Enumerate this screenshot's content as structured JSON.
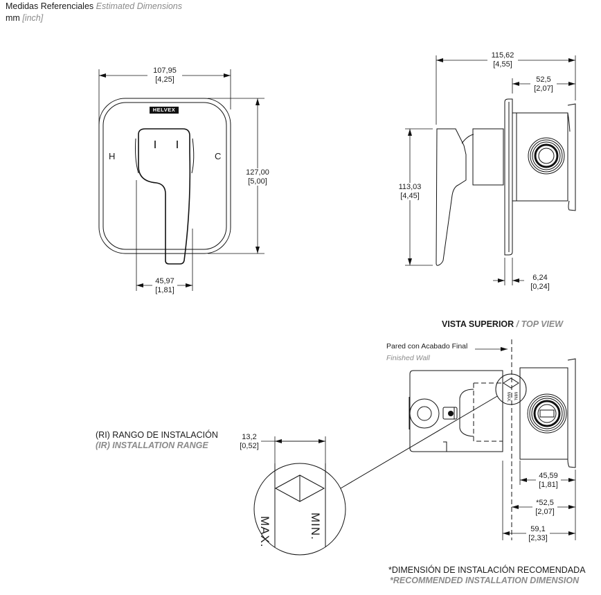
{
  "header": {
    "title": "Medidas Referenciales",
    "title_en": "Estimated Dimensions",
    "units": "mm",
    "units_en": "[inch]"
  },
  "front_view": {
    "brand": "HELVEX",
    "hot_label": "H",
    "cold_label": "C",
    "width": {
      "mm": "107,95",
      "inch": "[4,25]"
    },
    "height": {
      "mm": "127,00",
      "inch": "[5,00]"
    },
    "handle_width": {
      "mm": "45,97",
      "inch": "[1,81]"
    }
  },
  "side_view": {
    "depth_total": {
      "mm": "115,62",
      "inch": "[4,55]"
    },
    "body_depth": {
      "mm": "52,5",
      "inch": "[2,07]"
    },
    "height": {
      "mm": "113,03",
      "inch": "[4,45]"
    },
    "plate_thickness": {
      "mm": "6,24",
      "inch": "[0,24]"
    }
  },
  "top_view": {
    "title": "VISTA SUPERIOR",
    "title_en": "/ TOP VIEW",
    "wall_label": "Pared con Acabado Final",
    "wall_label_en": "Finished Wall",
    "range_label": "(RI)  RANGO DE INSTALACIÓN",
    "range_label_en": "(IR)  INSTALLATION RANGE",
    "range": {
      "mm": "13,2",
      "inch": "[0,52]"
    },
    "min_label": "MIN.",
    "max_label": "MAX.",
    "dim_a": {
      "mm": "45,59",
      "inch": "[1,81]"
    },
    "dim_b": {
      "mm": "*52,5",
      "inch": "[2,07]"
    },
    "dim_c": {
      "mm": "59,1",
      "inch": "[2,33]"
    }
  },
  "footnote": {
    "text": "*DIMENSIÓN DE INSTALACIÓN RECOMENDADA",
    "text_en": "*RECOMMENDED INSTALLATION DIMENSION"
  }
}
